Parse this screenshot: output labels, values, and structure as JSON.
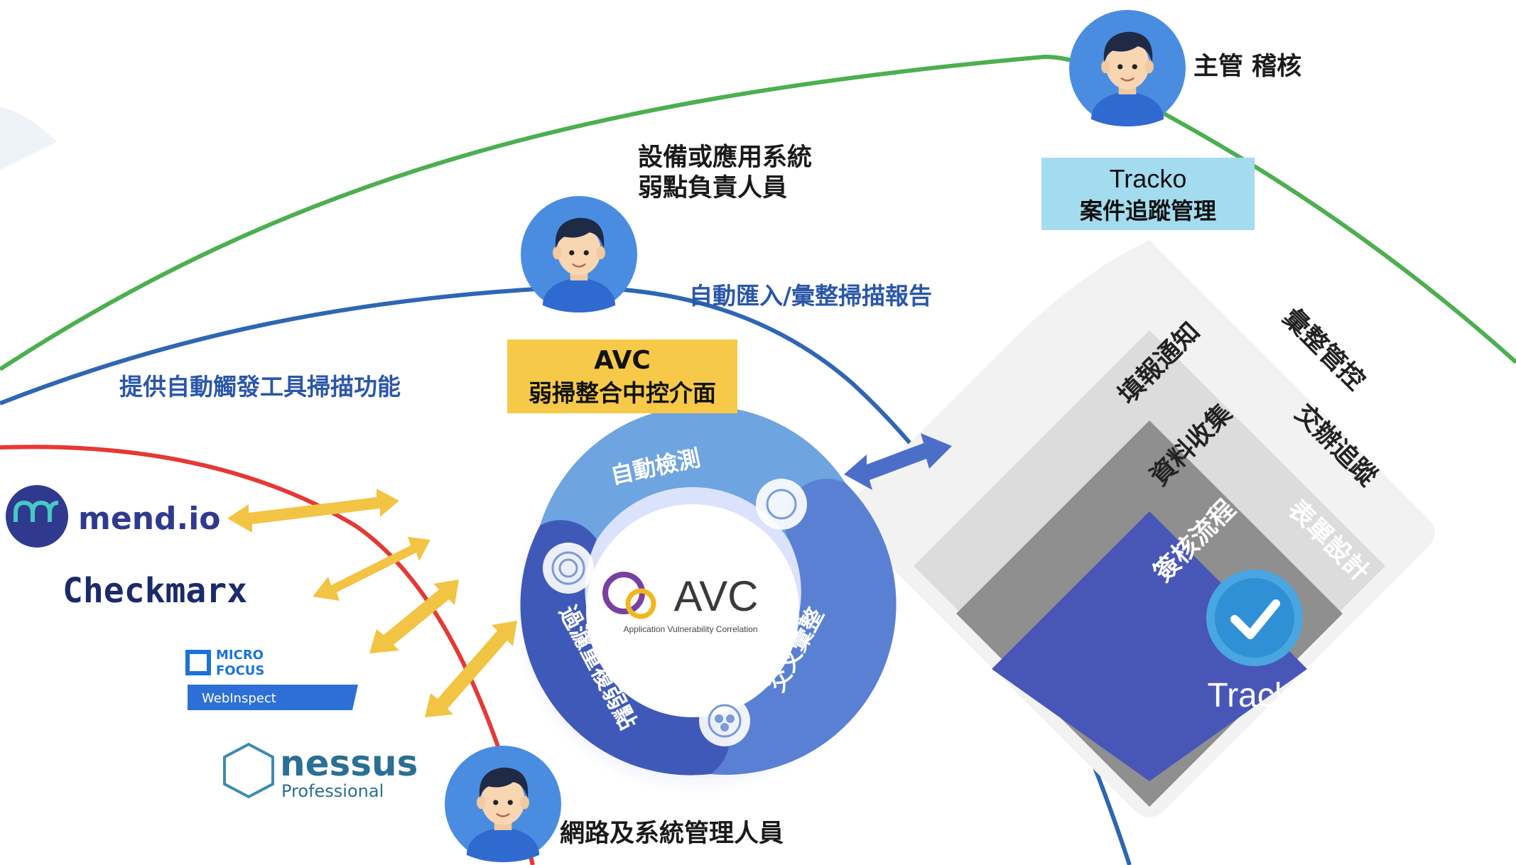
{
  "roles": {
    "supervisor": "主管  稽核",
    "owner_line1": "設備或應用系統",
    "owner_line2": "弱點負責人員",
    "network_admin": "網路及系統管理人員"
  },
  "flows": {
    "auto_import": "自動匯入/彙整掃描報告",
    "trigger_tools": "提供自動觸發工具掃描功能"
  },
  "avc_box": {
    "title": "AVC",
    "subtitle": "弱掃整合中控介面"
  },
  "tracko_box": {
    "title": "Tracko",
    "subtitle": "案件追蹤管理"
  },
  "cycle": {
    "segments": [
      "自動檢測",
      "交叉彙整",
      "過濾重複弱點"
    ],
    "logo_text": "AVC",
    "logo_sub": "Application Vulnerability Correlation"
  },
  "tracko_pyramid": {
    "layers": [
      {
        "left": "填報通知",
        "right": "彙整管控"
      },
      {
        "left": "資料收集",
        "right": "交辦追蹤"
      },
      {
        "left": "簽核流程",
        "right": "表單設計"
      }
    ],
    "core_label": "Tracko"
  },
  "tools": {
    "mend": "mend.io",
    "checkmarx": "Checkmarx",
    "microfocus_line1": "MICRO",
    "microfocus_line2": "FOCUS",
    "webinspect": "WebInspect",
    "nessus": "nessus",
    "nessus_sub": "Professional"
  },
  "colors": {
    "green_curve": "#4caf50",
    "blue_curve": "#2f66b3",
    "red_curve": "#e53935",
    "avatar": "#4a8de0",
    "avc_box": "#f7c948",
    "tracko_box": "#a3dcef",
    "arrow_gold": "#f2c443",
    "arrow_blue": "#4b6fc9",
    "cycle_light": "#6ea4e0",
    "cycle_dark": "#3f59b8",
    "core": "#4856b8"
  }
}
